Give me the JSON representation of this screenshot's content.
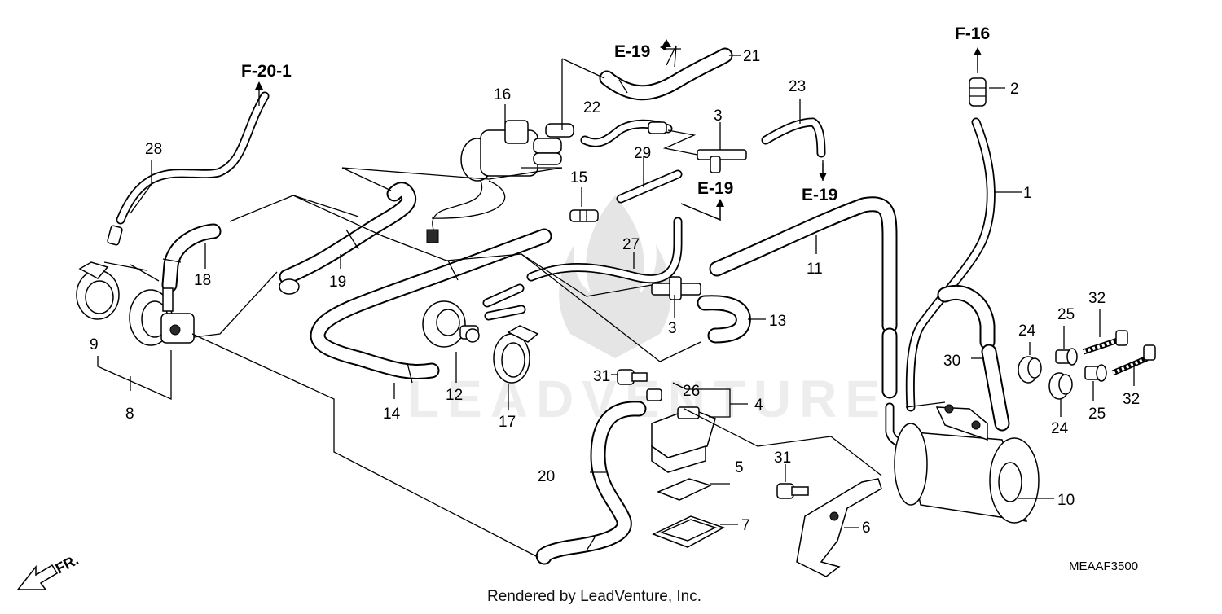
{
  "diagram": {
    "part_numbers": [
      "1",
      "2",
      "3",
      "3",
      "5",
      "6",
      "7",
      "8",
      "9",
      "10",
      "11",
      "12",
      "13",
      "14",
      "15",
      "16",
      "17",
      "18",
      "19",
      "20",
      "21",
      "22",
      "23",
      "24",
      "24",
      "25",
      "25",
      "26",
      "27",
      "28",
      "29",
      "30",
      "31",
      "31",
      "32",
      "32",
      "4"
    ],
    "references": {
      "f20_1": "F-20-1",
      "f16": "F-16",
      "e19_top": "E-19",
      "e19_mid": "E-19",
      "e19_right": "E-19"
    },
    "front_marker": "FR.",
    "figure_code": "MEAAF3500",
    "footer": "Rendered by LeadVenture, Inc.",
    "watermark": "LEADVENTURE"
  }
}
